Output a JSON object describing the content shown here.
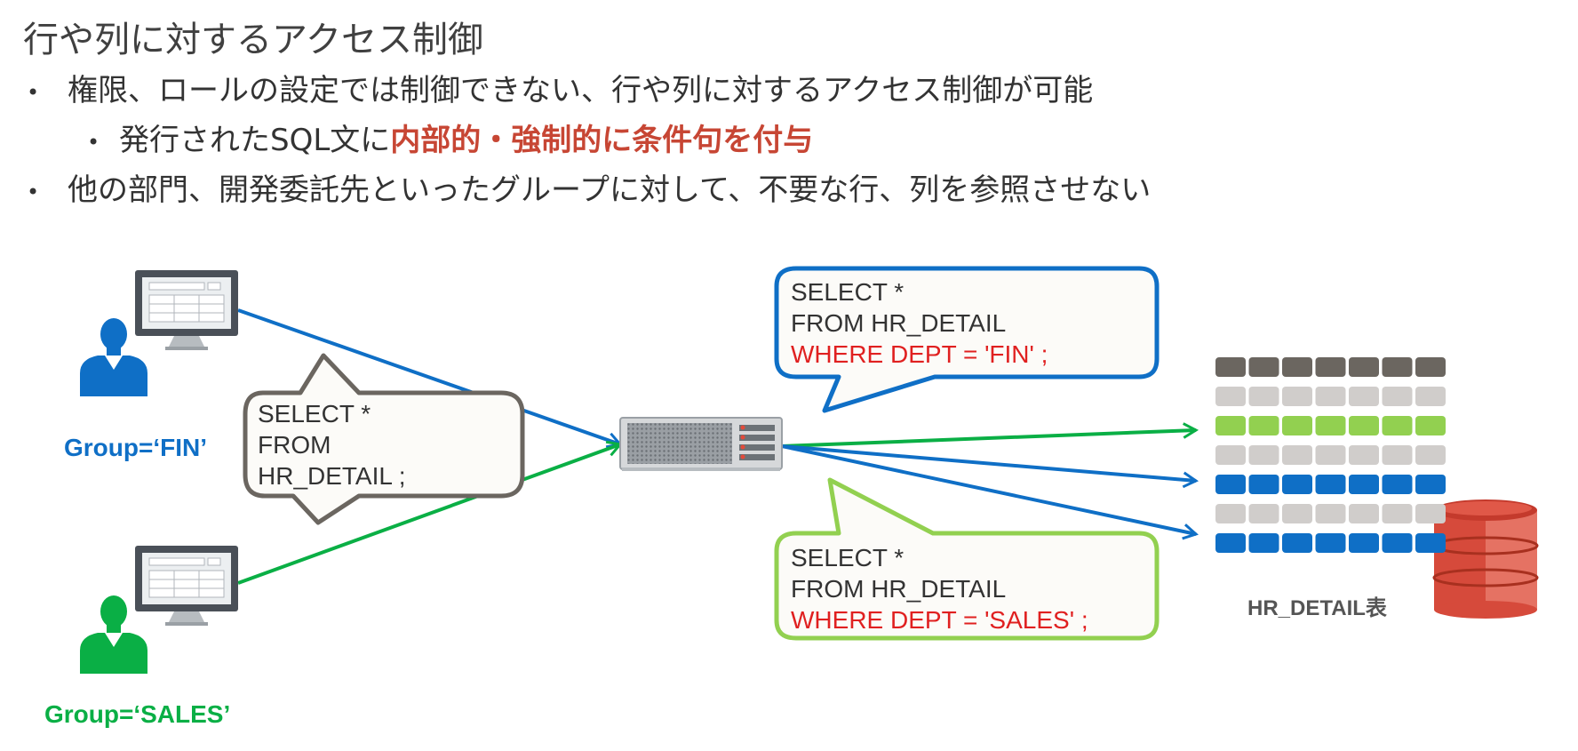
{
  "title": "行や列に対するアクセス制御",
  "bullets": {
    "b1": "権限、ロールの設定では制御できない、行や列に対するアクセス制御が可能",
    "b1a_prefix": "発行されたSQL文に",
    "b1a_emph": "内部的・強制的に条件句を付与",
    "b2": "他の部門、開発委託先といったグループに対して、不要な行、列を参照させない",
    "bullet_char": "•"
  },
  "diagram": {
    "group_fin": "Group=‘FIN’",
    "group_sales": "Group=‘SALES’",
    "user_query": [
      "SELECT *",
      "FROM",
      "HR_DETAIL ;"
    ],
    "fin_query": [
      "SELECT *",
      "FROM HR_DETAIL",
      "WHERE DEPT = 'FIN' ;"
    ],
    "sales_query": [
      "SELECT *",
      "FROM HR_DETAIL",
      "WHERE DEPT = 'SALES' ;"
    ],
    "table_label": "HR_DETAIL表",
    "colors": {
      "fin_blue": "#0f6fc6",
      "sales_green": "#0aaf45",
      "light_green": "#92d050",
      "gray_box": "#6b6660",
      "row_dark": "#6b6660",
      "row_light": "#d0cdcb",
      "row_green": "#92d050",
      "row_blue": "#0f6fc6",
      "db_red": "#d64a3b"
    },
    "table_rows": [
      "dark",
      "light",
      "green",
      "light",
      "blue",
      "light",
      "blue"
    ],
    "icons": [
      "person-icon",
      "monitor-icon",
      "server-icon",
      "database-icon"
    ]
  }
}
